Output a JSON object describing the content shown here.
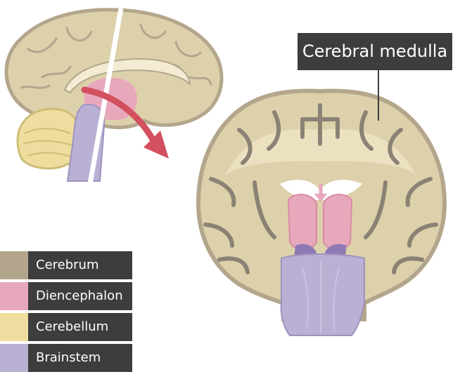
{
  "callout": {
    "label": "Cerebral medulla"
  },
  "legend": [
    {
      "label": "Cerebrum",
      "color": "#b3a68c"
    },
    {
      "label": "Diencephalon",
      "color": "#e8a8bc"
    },
    {
      "label": "Cerebellum",
      "color": "#eedd9e"
    },
    {
      "label": "Brainstem",
      "color": "#b9b0d3"
    }
  ],
  "colors": {
    "cerebrum_fill": "#ddd1ab",
    "cerebrum_outline": "#b3a68c",
    "gyri": "#8a8274",
    "diencephalon": "#e8a8bc",
    "cerebellum": "#eedd9e",
    "brainstem": "#b9b0d3",
    "arrow": "#d2505f"
  }
}
